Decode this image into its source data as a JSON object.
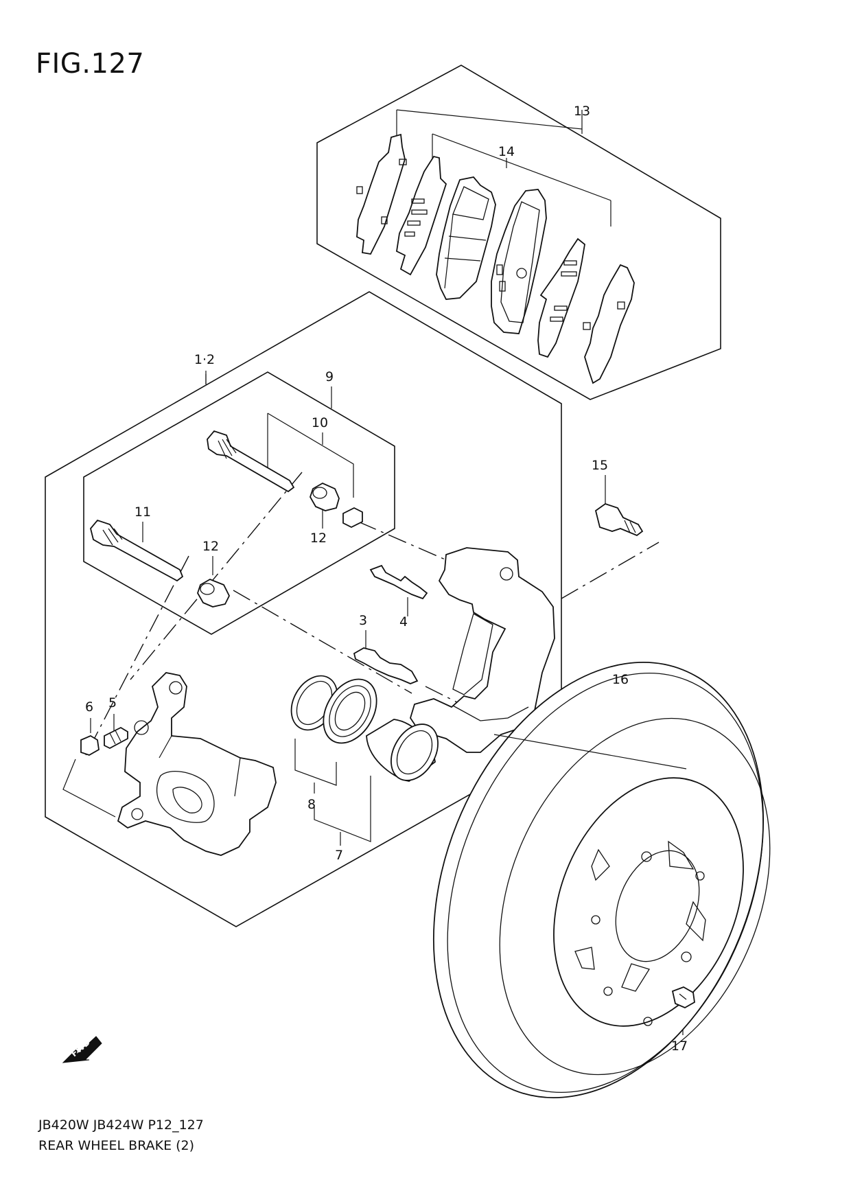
{
  "figure": {
    "title": "FIG.127",
    "footer_line1": "JB420W JB424W P12_127",
    "footer_line2": "REAR WHEEL BRAKE (2)"
  },
  "callouts": {
    "c1_2": "1·2",
    "c3": "3",
    "c4": "4",
    "c5": "5",
    "c6": "6",
    "c7": "7",
    "c8": "8",
    "c9": "9",
    "c10": "10",
    "c11": "11",
    "c12a": "12",
    "c12b": "12",
    "c13": "13",
    "c14": "14",
    "c15": "15",
    "c16": "16",
    "c17": "17"
  },
  "fwd_label": "FWD",
  "icons": [
    "fwd-arrow-icon"
  ]
}
